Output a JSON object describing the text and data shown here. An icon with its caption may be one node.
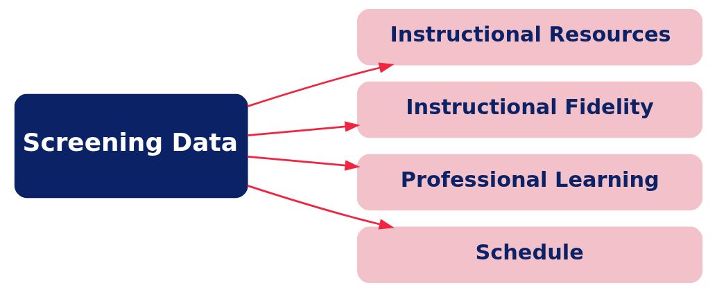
{
  "diagram": {
    "nodes": [
      {
        "text": [
          "Screening Data"
        ]
      },
      {
        "text": [
          "Instructional Resources"
        ]
      },
      {
        "text": [
          "Instructional Fidelity"
        ]
      },
      {
        "text": [
          "Professional Learning"
        ]
      },
      {
        "text": [
          "Schedule"
        ]
      }
    ],
    "edges": [
      {
        "from": 0,
        "to": 1,
        "arrow": "to"
      },
      {
        "from": 0,
        "to": 2,
        "arrow": "to"
      },
      {
        "from": 0,
        "to": 3,
        "arrow": "to"
      },
      {
        "from": 0,
        "to": 4,
        "arrow": "to"
      }
    ]
  }
}
